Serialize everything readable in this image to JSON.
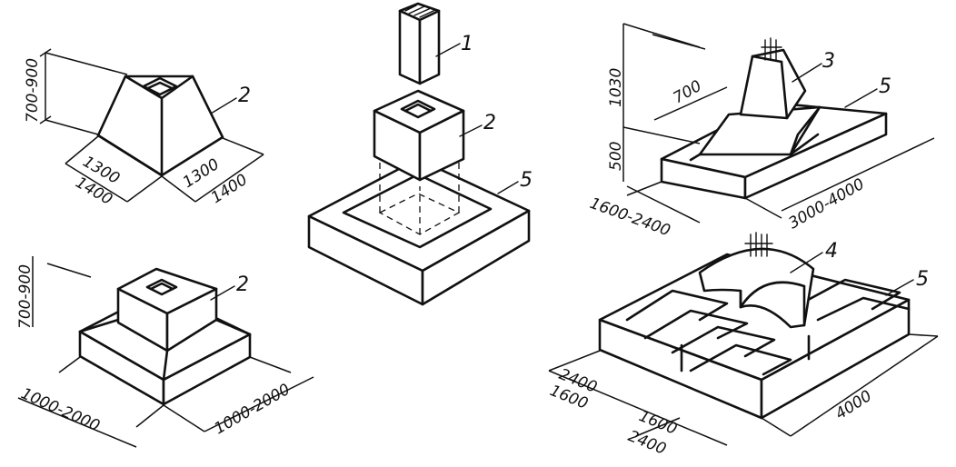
{
  "figures": {
    "top_left": {
      "label": "2",
      "height_dim": "700-900",
      "width_dim_a": "1300",
      "width_dim_b": "1400",
      "depth_dim_a": "1300",
      "depth_dim_b": "1400"
    },
    "bottom_left": {
      "label": "2",
      "height_dim": "700-900",
      "width_dim": "1000-2000",
      "depth_dim": "1000-2000"
    },
    "center": {
      "label_column": "1",
      "label_block": "2",
      "label_slab": "5"
    },
    "top_right": {
      "label_column_base": "3",
      "label_slab": "5",
      "dim_height_top": "1030",
      "dim_height_bottom": "500",
      "dim_top_width": "700",
      "dim_width": "1600-2400",
      "dim_length": "3000-4000"
    },
    "bottom_right": {
      "label_beam": "4",
      "label_slab": "5",
      "dim_a1": "2400",
      "dim_a2": "1600",
      "dim_b1": "1600",
      "dim_b2": "2400",
      "dim_length": "4000"
    }
  }
}
